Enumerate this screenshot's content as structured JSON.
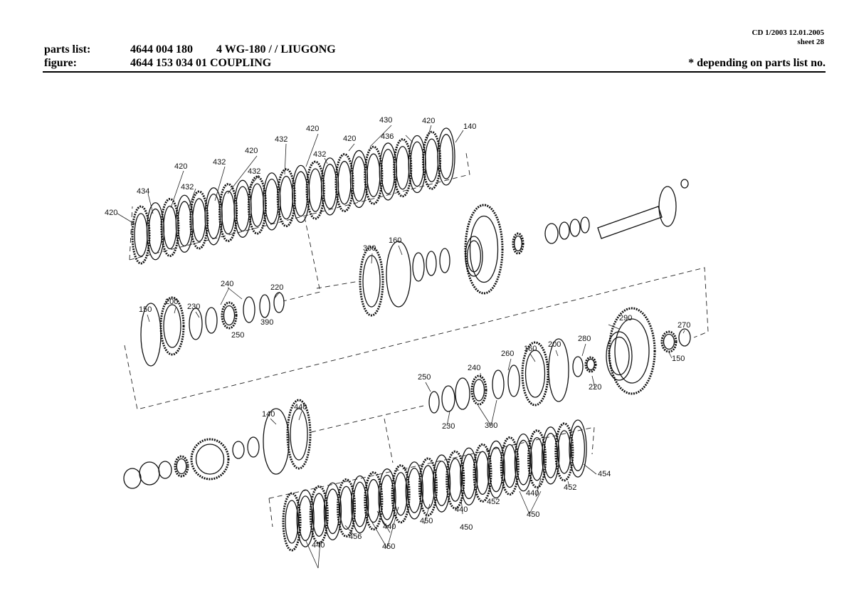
{
  "header": {
    "meta_line1": "CD 1/2003 12.01.2005",
    "meta_line2": "sheet 28",
    "parts_list_label": "parts list:",
    "parts_list_number": "4644 004 180",
    "parts_list_desc": "4 WG-180 / / LIUGONG",
    "figure_label": "figure:",
    "figure_desc": "4644 153 034 01 COUPLING",
    "note": "*  depending on parts list no."
  },
  "callouts": [
    "420",
    "434",
    "420",
    "432",
    "432",
    "420",
    "432",
    "432",
    "420",
    "432",
    "420",
    "430",
    "436",
    "420",
    "140",
    "300",
    "160",
    "150",
    "200",
    "230",
    "240",
    "220",
    "250",
    "390",
    "290",
    "270",
    "280",
    "150",
    "160",
    "200",
    "260",
    "220",
    "240",
    "250",
    "230",
    "300",
    "140",
    "440",
    "454",
    "452",
    "440",
    "452",
    "450",
    "440",
    "450",
    "450",
    "440",
    "450",
    "456",
    "440"
  ]
}
